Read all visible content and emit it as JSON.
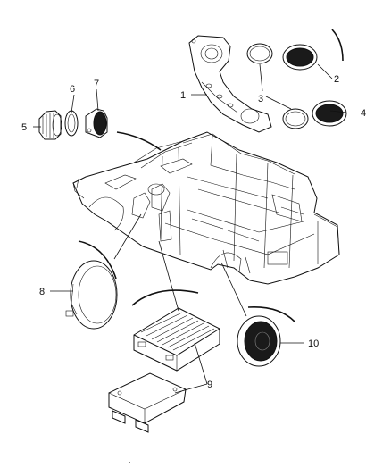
{
  "diagram": {
    "callouts": [
      {
        "id": "1",
        "label": "1"
      },
      {
        "id": "2",
        "label": "2"
      },
      {
        "id": "3",
        "label": "3"
      },
      {
        "id": "4",
        "label": "4"
      },
      {
        "id": "5",
        "label": "5"
      },
      {
        "id": "6",
        "label": "6"
      },
      {
        "id": "7",
        "label": "7"
      },
      {
        "id": "8",
        "label": "8"
      },
      {
        "id": "9",
        "label": "9"
      },
      {
        "id": "10",
        "label": "10"
      }
    ],
    "parts": [
      {
        "callout": "1",
        "icon": "speaker-mounting-bracket-icon"
      },
      {
        "callout": "2",
        "icon": "round-speaker-icon"
      },
      {
        "callout": "3",
        "icon": "speaker-gasket-ring-icon"
      },
      {
        "callout": "4",
        "icon": "round-speaker-icon"
      },
      {
        "callout": "5",
        "icon": "tweeter-housing-icon"
      },
      {
        "callout": "6",
        "icon": "tweeter-grille-icon"
      },
      {
        "callout": "7",
        "icon": "tweeter-speaker-icon"
      },
      {
        "callout": "8",
        "icon": "door-speaker-icon"
      },
      {
        "callout": "9",
        "icon": "amplifier-module-icon"
      },
      {
        "callout": "10",
        "icon": "subwoofer-speaker-icon"
      }
    ],
    "vehicle_icon": "jeep-body-frame-icon"
  }
}
